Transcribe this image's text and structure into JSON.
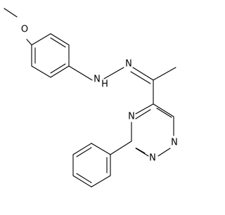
{
  "molecule": {
    "atom_labels": {
      "o_methoxy": "O",
      "n_nh": "N",
      "h_nh": "H",
      "n_imine": "N",
      "n4": "N",
      "n2": "N",
      "n1": "N"
    }
  }
}
